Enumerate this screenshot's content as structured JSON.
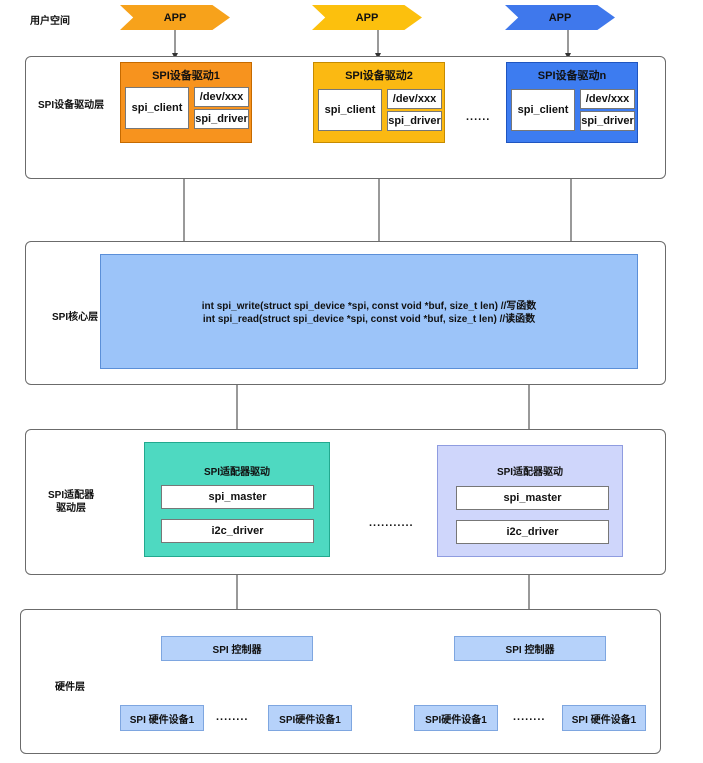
{
  "labels": {
    "user_space": "用户空间",
    "device_driver_layer": "SPI设备驱动层",
    "core_layer": "SPI核心层",
    "adapter_layer_line1": "SPI适配器",
    "adapter_layer_line2": "驱动层",
    "hardware_layer": "硬件层"
  },
  "apps": [
    "APP",
    "APP",
    "APP"
  ],
  "device_drivers": [
    {
      "title": "SPI设备驱动1",
      "client": "spi_client",
      "dev": "/dev/xxx",
      "driver": "spi_driver"
    },
    {
      "title": "SPI设备驱动2",
      "client": "spi_client",
      "dev": "/dev/xxx",
      "driver": "spi_driver"
    },
    {
      "title": "SPI设备驱动n",
      "client": "spi_client",
      "dev": "/dev/xxx",
      "driver": "spi_driver"
    }
  ],
  "device_ellipsis": "......",
  "core": {
    "line1": "int spi_write(struct spi_device *spi, const void *buf, size_t len)  //写函数",
    "line2": "int spi_read(struct spi_device *spi, const void *buf, size_t len)  //读函数"
  },
  "adapters": [
    {
      "title": "SPI适配器驱动",
      "master": "spi_master",
      "driver": "i2c_driver"
    },
    {
      "title": "SPI适配器驱动",
      "master": "spi_master",
      "driver": "i2c_driver"
    }
  ],
  "adapter_ellipsis": "...........",
  "hardware": [
    {
      "controller": "SPI 控制器",
      "device_left": "SPI 硬件设备1",
      "ellipsis": "........",
      "device_right": "SPI硬件设备1"
    },
    {
      "controller": "SPI 控制器",
      "device_left": "SPI硬件设备1",
      "ellipsis": "........",
      "device_right": "SPI 硬件设备1"
    }
  ],
  "colors": {
    "app1": "#f7a21b",
    "app2": "#fcc00d",
    "app3": "#3f78ec",
    "drv1": "#f7931e",
    "drv2": "#fbb912",
    "drv3": "#3d7cf0",
    "core": "#9cc4f9",
    "adapter1": "#4ed9c1",
    "adapter2": "#cfd6fb",
    "hw": "#b6d2fa"
  }
}
